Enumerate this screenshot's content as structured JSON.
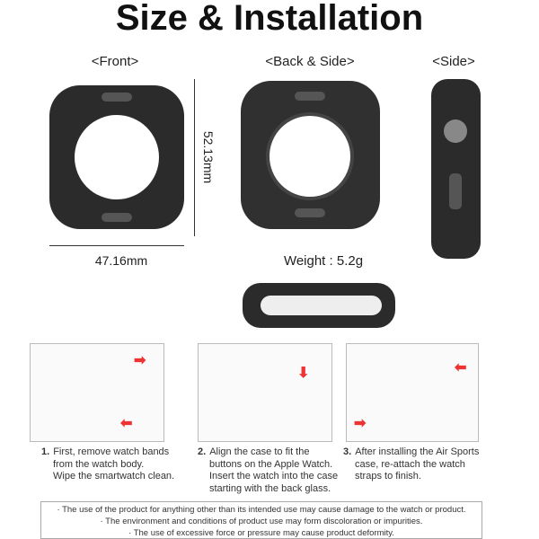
{
  "title": "Size & Installation",
  "views": {
    "front": "<Front>",
    "back_side": "<Back & Side>",
    "side": "<Side>"
  },
  "dimensions": {
    "height": "52.13mm",
    "width": "47.16mm"
  },
  "weight": "Weight : 5.2g",
  "steps": [
    {
      "num": "1.",
      "lines": [
        "First, remove watch bands",
        "from the watch body.",
        "Wipe the smartwatch clean."
      ]
    },
    {
      "num": "2.",
      "lines": [
        "Align the case to fit the",
        "buttons on the Apple Watch.",
        "Insert the watch into the case",
        "starting with the back glass."
      ]
    },
    {
      "num": "3.",
      "lines": [
        "After installing the Air Sports",
        "case, re-attach the watch",
        "straps to finish."
      ]
    }
  ],
  "notes": [
    "· The use of the product for anything other than its intended use may cause damage to the watch or product.",
    "· The environment and conditions of product use may form discoloration or impurities.",
    "· The use of excessive force or pressure may cause product deformity."
  ],
  "colors": {
    "case": "#2b2b2b",
    "arrow": "#e33333"
  }
}
